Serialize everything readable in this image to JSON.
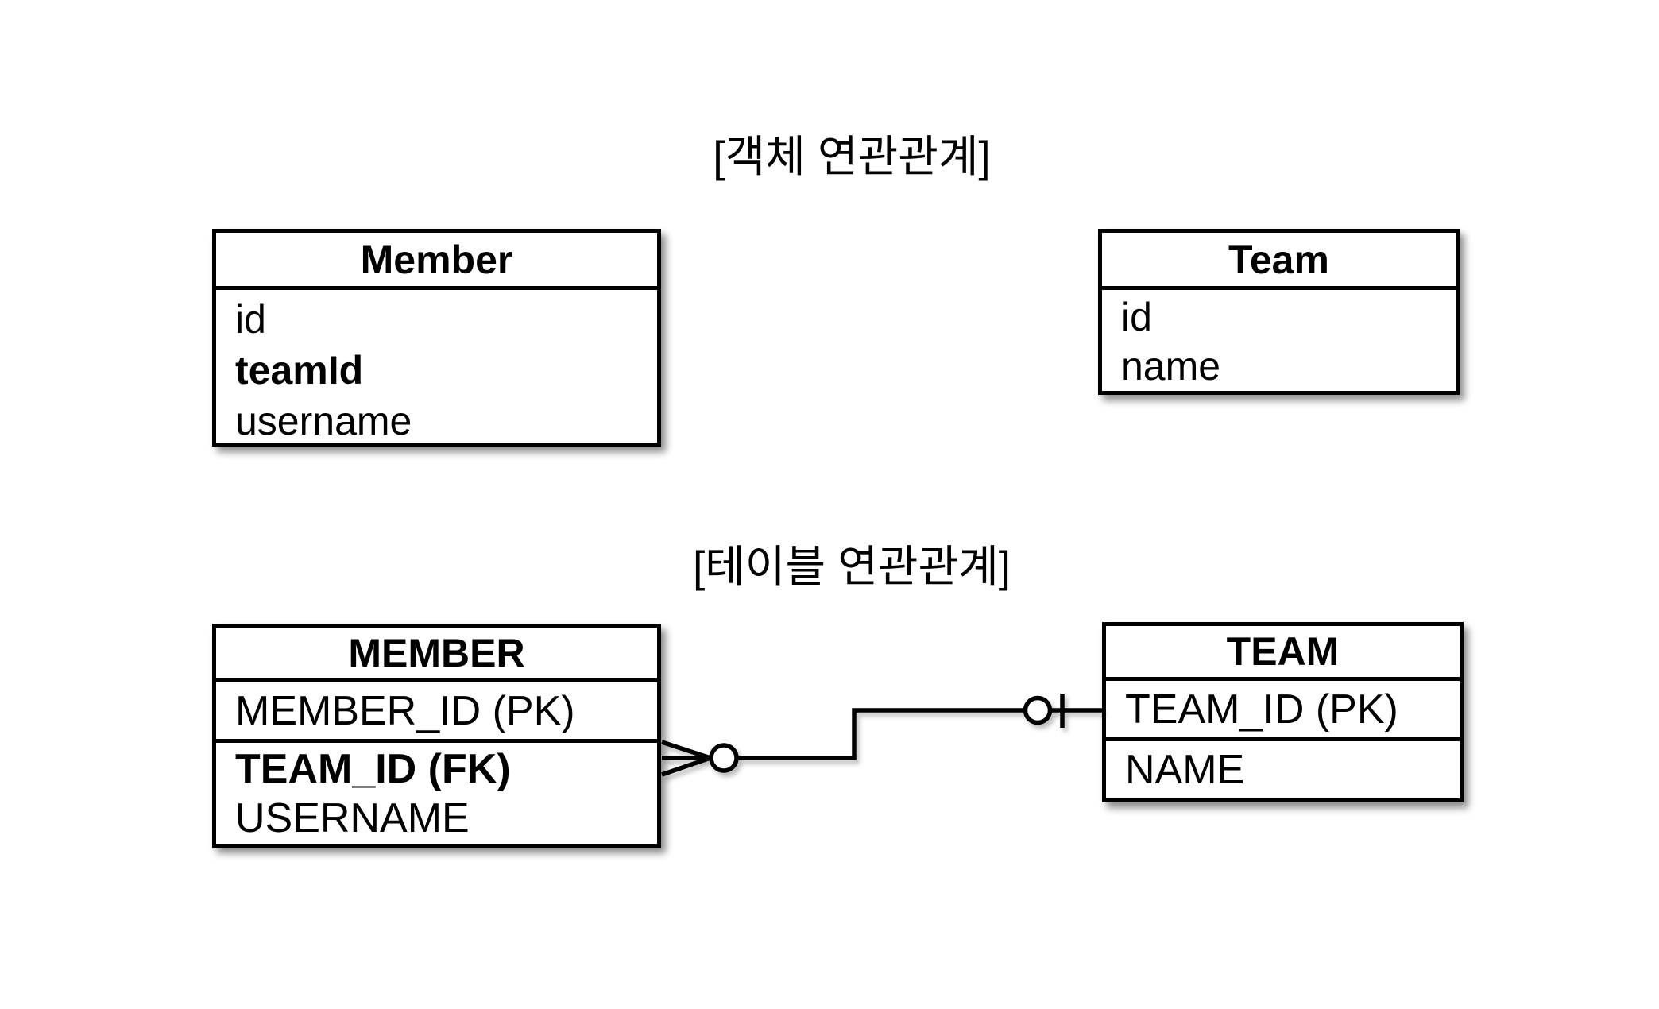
{
  "object_relationship": {
    "title": "[객체 연관관계]",
    "member": {
      "title": "Member",
      "fields": [
        {
          "label": "id",
          "bold": false
        },
        {
          "label": "teamId",
          "bold": true
        },
        {
          "label": "username",
          "bold": false
        }
      ]
    },
    "team": {
      "title": "Team",
      "fields": [
        {
          "label": "id",
          "bold": false
        },
        {
          "label": "name",
          "bold": false
        }
      ]
    }
  },
  "table_relationship": {
    "title": "[테이블 연관관계]",
    "member_table": {
      "title": "MEMBER",
      "rows": [
        {
          "label": "MEMBER_ID (PK)",
          "bold": false
        },
        {
          "label": "TEAM_ID (FK)",
          "bold": true
        },
        {
          "label": "USERNAME",
          "bold": false
        }
      ]
    },
    "team_table": {
      "title": "TEAM",
      "rows": [
        {
          "label": "TEAM_ID (PK)",
          "bold": false
        },
        {
          "label": "NAME",
          "bold": false
        }
      ]
    },
    "relationship": {
      "cardinality": "N:1",
      "member_end": "zero-or-many",
      "member_end_icon": "crow-foot-many-icon",
      "team_end": "zero-or-one",
      "team_end_icon": "zero-or-one-icon"
    }
  },
  "colors": {
    "background": "#ffffff",
    "box_fill": "#ffffff",
    "line": "#000000",
    "text": "#000000"
  }
}
